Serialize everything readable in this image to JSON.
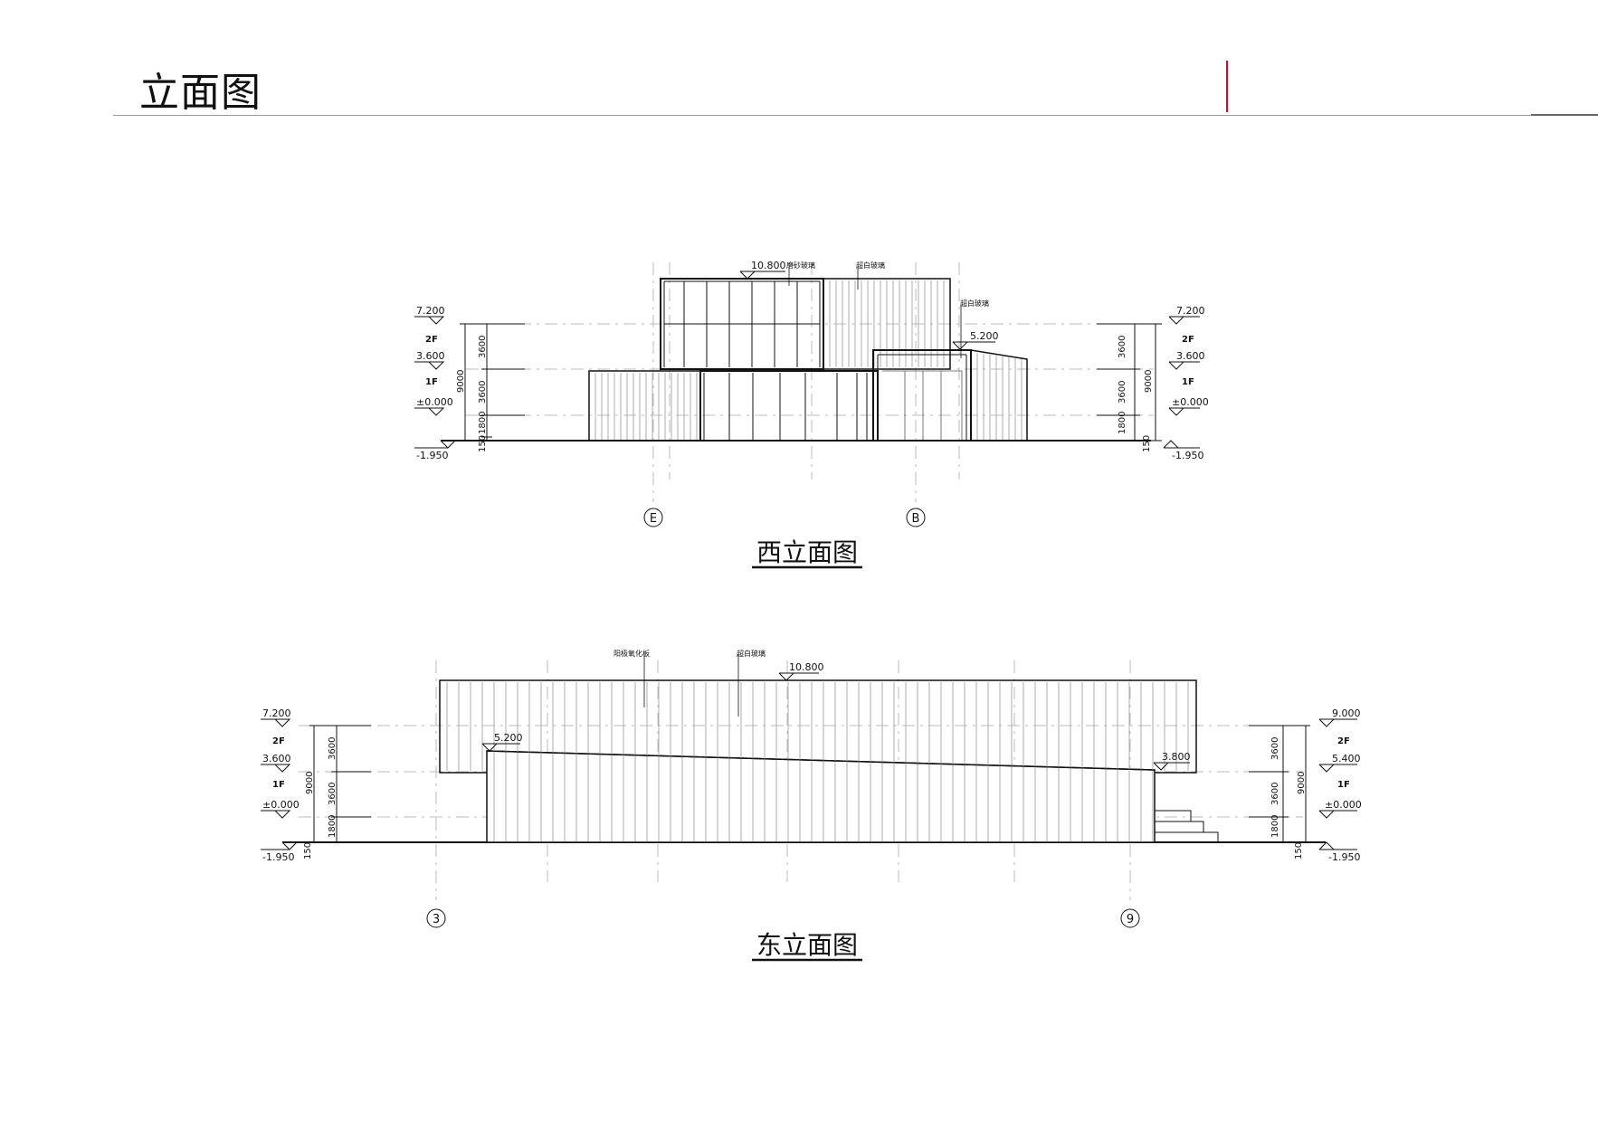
{
  "page": {
    "title": "立面图"
  },
  "west": {
    "caption": "西立面图",
    "left_levels": {
      "roof2f": "7.200",
      "floor2": "3.600",
      "ground": "±0.000",
      "base": "-1.950"
    },
    "right_levels": {
      "roof2f": "7.200",
      "floor2": "3.600",
      "ground": "±0.000",
      "base": "-1.950"
    },
    "floor_labels": {
      "f2": "2F",
      "f1": "1F"
    },
    "dims": {
      "d3600a": "3600",
      "d3600b": "3600",
      "d1800": "1800",
      "d150": "150",
      "total": "9000"
    },
    "top_level": "10.800",
    "canopy_level": "5.200",
    "notes": {
      "frosted": "磨砂玻璃",
      "clear1": "超白玻璃",
      "clear2": "超白玻璃"
    },
    "grids": {
      "g1": "E",
      "g2": "B"
    }
  },
  "east": {
    "caption": "东立面图",
    "left_levels": {
      "roof2f": "7.200",
      "floor2": "3.600",
      "ground": "±0.000",
      "base": "-1.950"
    },
    "right_levels": {
      "roof2f": "9.000",
      "floor2": "5.400",
      "ground": "±0.000",
      "base": "-1.950"
    },
    "floor_labels": {
      "f2": "2F",
      "f1": "1F"
    },
    "dims": {
      "d3600a": "3600",
      "d3600b": "3600",
      "d1800": "1800",
      "d150": "150",
      "total": "9000"
    },
    "top_level": "10.800",
    "slope_left_level": "5.200",
    "slope_right_level": "3.800",
    "notes": {
      "anodized": "阳极氧化板",
      "clear": "超白玻璃"
    },
    "grids": {
      "g1": "3",
      "g2": "9"
    }
  }
}
